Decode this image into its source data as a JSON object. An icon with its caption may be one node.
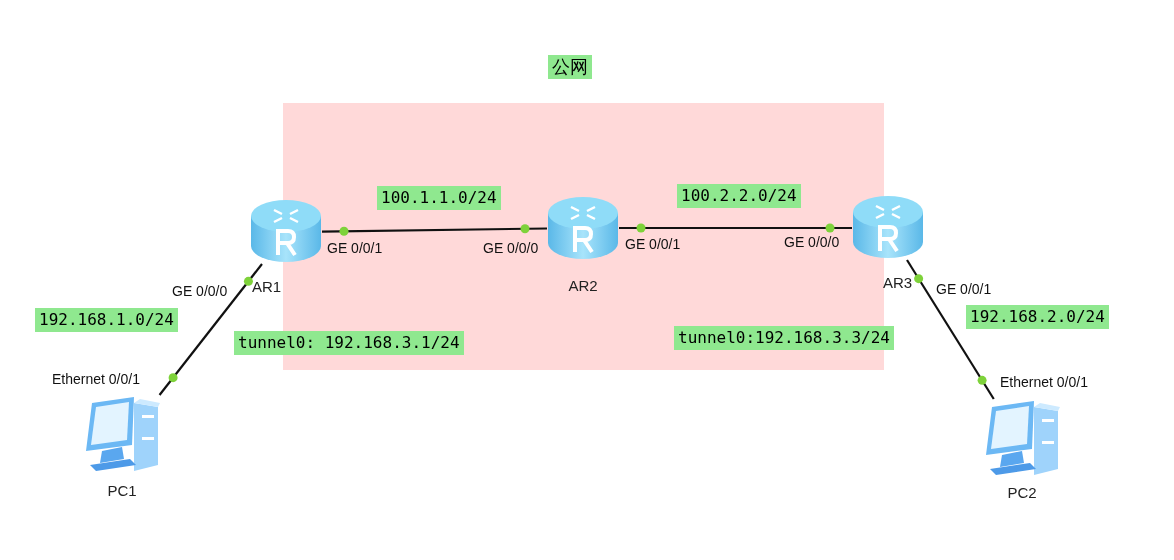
{
  "diagram": {
    "nodes": [
      {
        "text": [
          "公网"
        ]
      },
      {
        "text": [
          "AR1"
        ]
      },
      {
        "text": [
          "AR2"
        ],
        "in": 0
      },
      {
        "text": [
          "AR3"
        ]
      },
      {
        "text": [
          "PC1"
        ]
      },
      {
        "text": [
          "PC2"
        ]
      }
    ],
    "edges": [
      {
        "from": 1,
        "to": 2,
        "arrow": "none"
      },
      {
        "from": 2,
        "to": 3,
        "arrow": "none"
      },
      {
        "from": 1,
        "to": 4,
        "arrow": "none"
      },
      {
        "from": 3,
        "to": 5,
        "arrow": "none"
      }
    ],
    "labels": [
      "100.1.1.0/24",
      "100.2.2.0/24",
      "GE 0/0/1",
      "GE 0/0/0",
      "GE 0/0/1",
      "GE 0/0/0",
      "GE 0/0/0",
      "GE 0/0/1",
      "192.168.1.0/24",
      "192.168.2.0/24",
      "tunnel0: 192.168.3.1/24",
      "tunnel0:192.168.3.3/24",
      "Ethernet 0/0/1",
      "Ethernet 0/0/1"
    ]
  }
}
